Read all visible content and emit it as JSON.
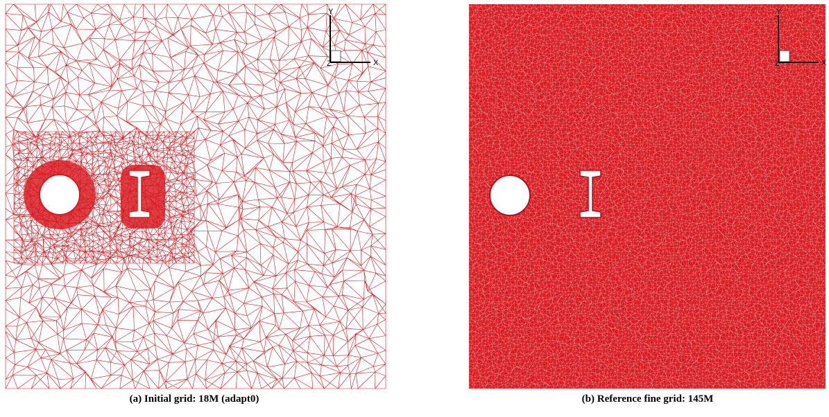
{
  "panels": [
    {
      "caption": "(a) Initial grid: 18M (adapt0)",
      "mesh": "coarse",
      "triad": {
        "y": "Y",
        "x": "X",
        "z": "Z"
      }
    },
    {
      "caption": "(b) Reference fine grid: 145M",
      "mesh": "fine",
      "triad": {
        "y": "Y",
        "x": "X",
        "z": "Z"
      }
    }
  ],
  "colors": {
    "mesh": "#d7191f",
    "background": "#ffffff"
  }
}
